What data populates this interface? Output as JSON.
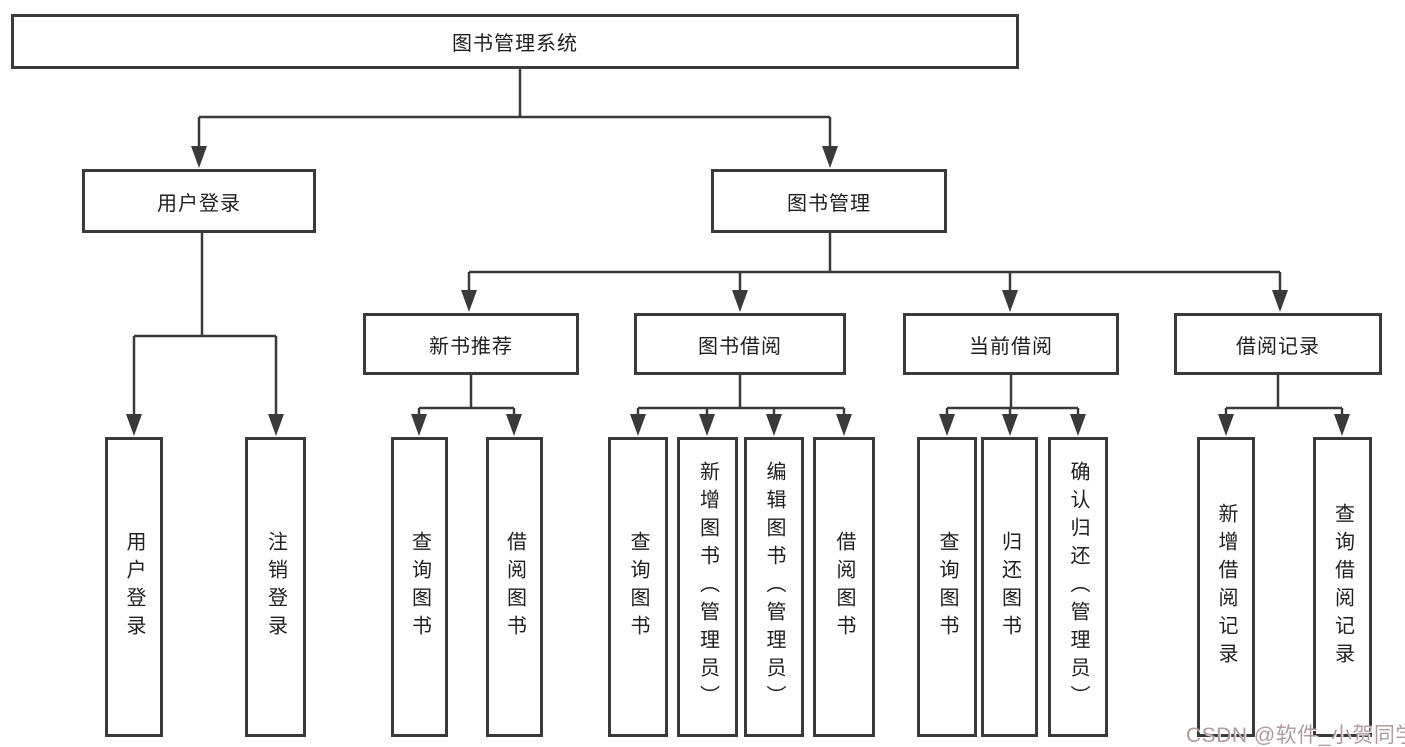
{
  "diagram": {
    "title_node": "图书管理系统",
    "user_login": "用户登录",
    "book_mgmt": "图书管理",
    "modules": [
      "新书推荐",
      "图书借阅",
      "当前借阅",
      "借阅记录"
    ],
    "user_login_children": [
      "用户登录",
      "注销登录"
    ],
    "new_book_children": [
      "查询图书",
      "借阅图书"
    ],
    "book_borrow_children": [
      "查询图书",
      "新增图书（管理员）",
      "编辑图书（管理员）",
      "借阅图书"
    ],
    "current_borrow_children": [
      "查询图书",
      "归还图书",
      "确认归还（管理员）"
    ],
    "borrow_record_children": [
      "新增借阅记录",
      "查询借阅记录"
    ]
  },
  "watermark": "CSDN @软件_小贺同学"
}
